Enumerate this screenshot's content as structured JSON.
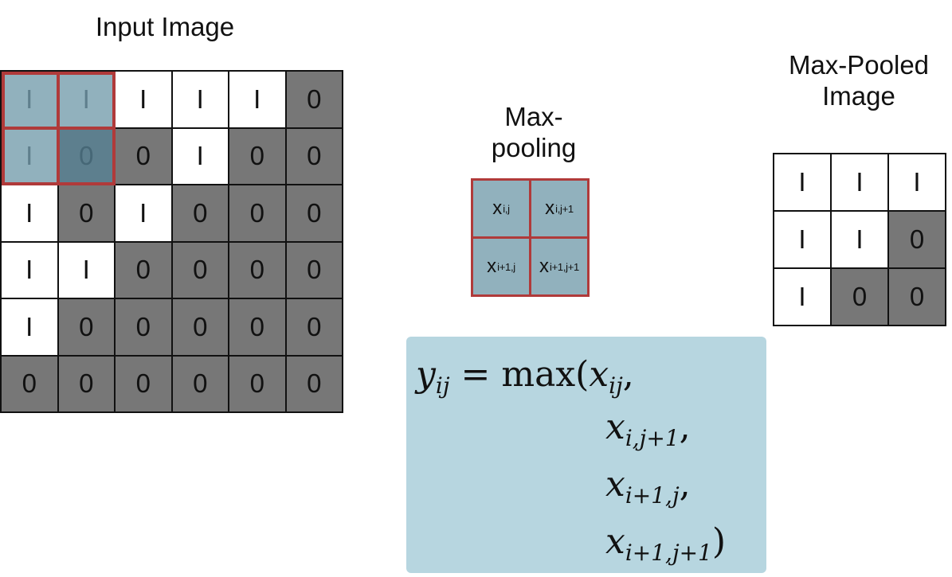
{
  "titles": {
    "input": "Input Image",
    "pool_line1": "Max-",
    "pool_line2": "pooling",
    "pooled_line1": "Max-Pooled",
    "pooled_line2": "Image"
  },
  "input_grid": [
    [
      "I",
      "I",
      "I",
      "I",
      "I",
      "0"
    ],
    [
      "I",
      "0",
      "0",
      "I",
      "0",
      "0"
    ],
    [
      "I",
      "0",
      "I",
      "0",
      "0",
      "0"
    ],
    [
      "I",
      "I",
      "0",
      "0",
      "0",
      "0"
    ],
    [
      "I",
      "0",
      "0",
      "0",
      "0",
      "0"
    ],
    [
      "0",
      "0",
      "0",
      "0",
      "0",
      "0"
    ]
  ],
  "highlighted_cells": [
    [
      0,
      0
    ],
    [
      0,
      1
    ],
    [
      1,
      0
    ],
    [
      1,
      1
    ]
  ],
  "pooled_grid": [
    [
      "I",
      "I",
      "I"
    ],
    [
      "I",
      "I",
      "0"
    ],
    [
      "I",
      "0",
      "0"
    ]
  ],
  "pool_window": [
    {
      "base": "x",
      "sub": "i,j"
    },
    {
      "base": "x",
      "sub": "i,j+1"
    },
    {
      "base": "x",
      "sub": "i+1,j"
    },
    {
      "base": "x",
      "sub": "i+1,j+1"
    }
  ],
  "formula": {
    "lhs_base": "y",
    "lhs_sub": "ij",
    "equals": "=",
    "func": "max(",
    "terms": [
      {
        "base": "x",
        "sub": "ij",
        "trail": ","
      },
      {
        "base": "x",
        "sub": "i,j+1",
        "trail": ","
      },
      {
        "base": "x",
        "sub": "i+1,j",
        "trail": ","
      },
      {
        "base": "x",
        "sub": "i+1,j+1",
        "trail": ")"
      }
    ]
  },
  "colors": {
    "white_cell": "#ffffff",
    "zero_cell": "#777777",
    "highlight": "#91b1bd",
    "highlight_dark": "#5d7f8e",
    "window_border": "#b03a3a",
    "formula_bg": "#b7d6e0"
  }
}
